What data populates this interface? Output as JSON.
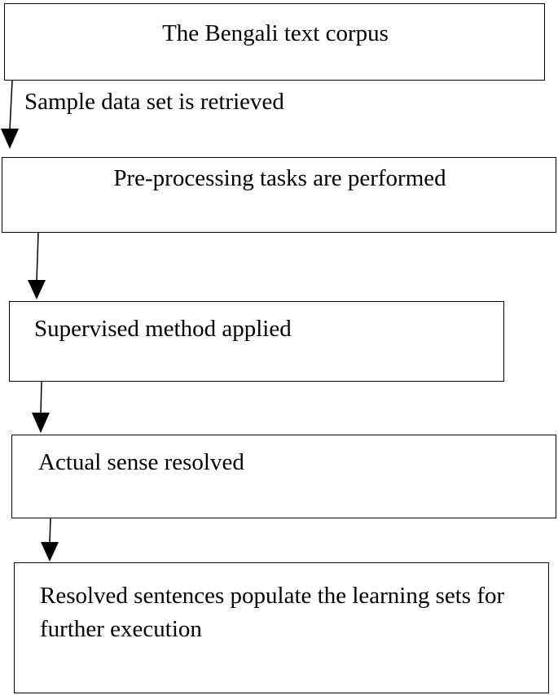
{
  "diagram": {
    "nodes": [
      {
        "id": "corpus",
        "label": "The Bengali text corpus"
      },
      {
        "id": "preprocess",
        "label": "Pre-processing tasks are performed"
      },
      {
        "id": "supervised",
        "label": "Supervised method applied"
      },
      {
        "id": "sense",
        "label": "Actual sense resolved"
      },
      {
        "id": "populate",
        "label": "Resolved sentences populate the learning sets for further execution"
      }
    ],
    "edges": [
      {
        "from": "corpus",
        "to": "preprocess",
        "label": "Sample data set is retrieved"
      },
      {
        "from": "preprocess",
        "to": "supervised",
        "label": ""
      },
      {
        "from": "supervised",
        "to": "sense",
        "label": ""
      },
      {
        "from": "sense",
        "to": "populate",
        "label": ""
      }
    ]
  }
}
